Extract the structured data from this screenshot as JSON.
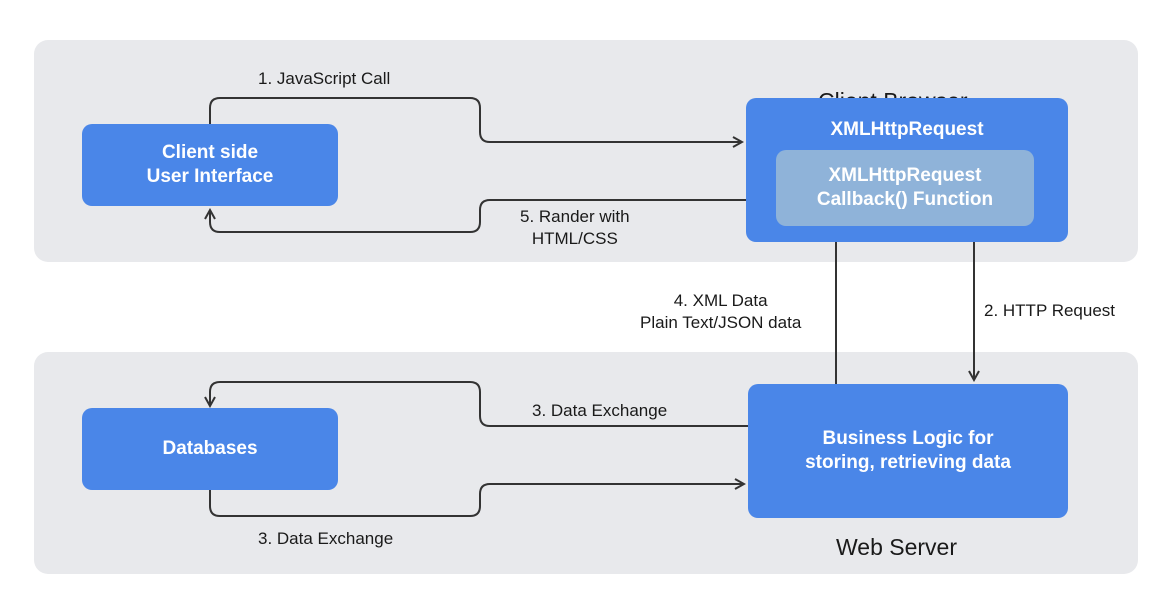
{
  "regions": {
    "client": {
      "title": "Client Browser"
    },
    "server": {
      "title": "Web Server"
    }
  },
  "boxes": {
    "client_ui": {
      "line1": "Client side",
      "line2": "User Interface"
    },
    "xhr": {
      "title": "XMLHttpRequest"
    },
    "callback": {
      "line1": "XMLHttpRequest",
      "line2": "Callback() Function"
    },
    "databases": {
      "label": "Databases"
    },
    "business": {
      "line1": "Business Logic for",
      "line2": "storing, retrieving data"
    }
  },
  "connections": {
    "js_call": "1. JavaScript Call",
    "http_request": "2. HTTP Request",
    "data_exchange_top": "3. Data Exchange",
    "data_exchange_bottom": "3. Data Exchange",
    "xml_data": {
      "line1": "4. XML Data",
      "line2": "Plain Text/JSON data"
    },
    "render": {
      "line1": "5. Rander with",
      "line2": "HTML/CSS"
    }
  },
  "colors": {
    "region_bg": "#e8e9ec",
    "box_blue": "#4a86e8",
    "callback_blue": "#8fb3d9",
    "connector": "#333333"
  }
}
